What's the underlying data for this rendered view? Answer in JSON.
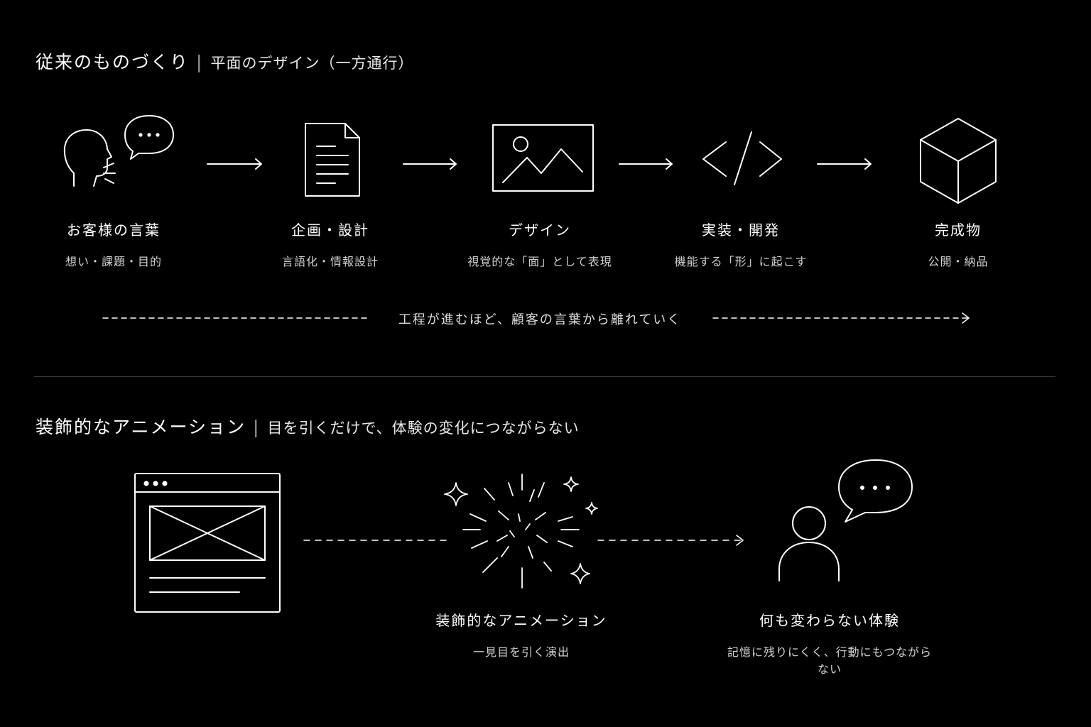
{
  "section1": {
    "title": "従来のものづくり",
    "separator": "|",
    "subtitle": "平面のデザイン（一方通行）"
  },
  "steps": [
    {
      "icon": "speaking-person-icon",
      "label": "お客様の言葉",
      "desc": "想い・課題・目的"
    },
    {
      "icon": "document-icon",
      "label": "企画・設計",
      "desc": "言語化・情報設計"
    },
    {
      "icon": "image-icon",
      "label": "デザイン",
      "desc": "視覚的な「面」として表現"
    },
    {
      "icon": "code-icon",
      "label": "実装・開発",
      "desc": "機能する「形」に起こす"
    },
    {
      "icon": "cube-icon",
      "label": "完成物",
      "desc": "公開・納品"
    }
  ],
  "flow_note": "工程が進むほど、顧客の言葉から離れていく",
  "section2": {
    "title": "装飾的なアニメーション",
    "separator": "|",
    "subtitle": "目を引くだけで、体験の変化につながらない"
  },
  "items2": [
    {
      "icon": "browser-wireframe-icon",
      "label": "",
      "desc": ""
    },
    {
      "icon": "sparkle-burst-icon",
      "label": "装飾的なアニメーション",
      "desc": "一見目を引く演出"
    },
    {
      "icon": "person-speech-icon",
      "label": "何も変わらない体験",
      "desc": "記憶に残りにくく、行動にもつながらない"
    }
  ],
  "colors": {
    "background": "#000000",
    "foreground": "#ffffff",
    "muted": "#d0d0d0",
    "divider": "#3a3a3a"
  }
}
